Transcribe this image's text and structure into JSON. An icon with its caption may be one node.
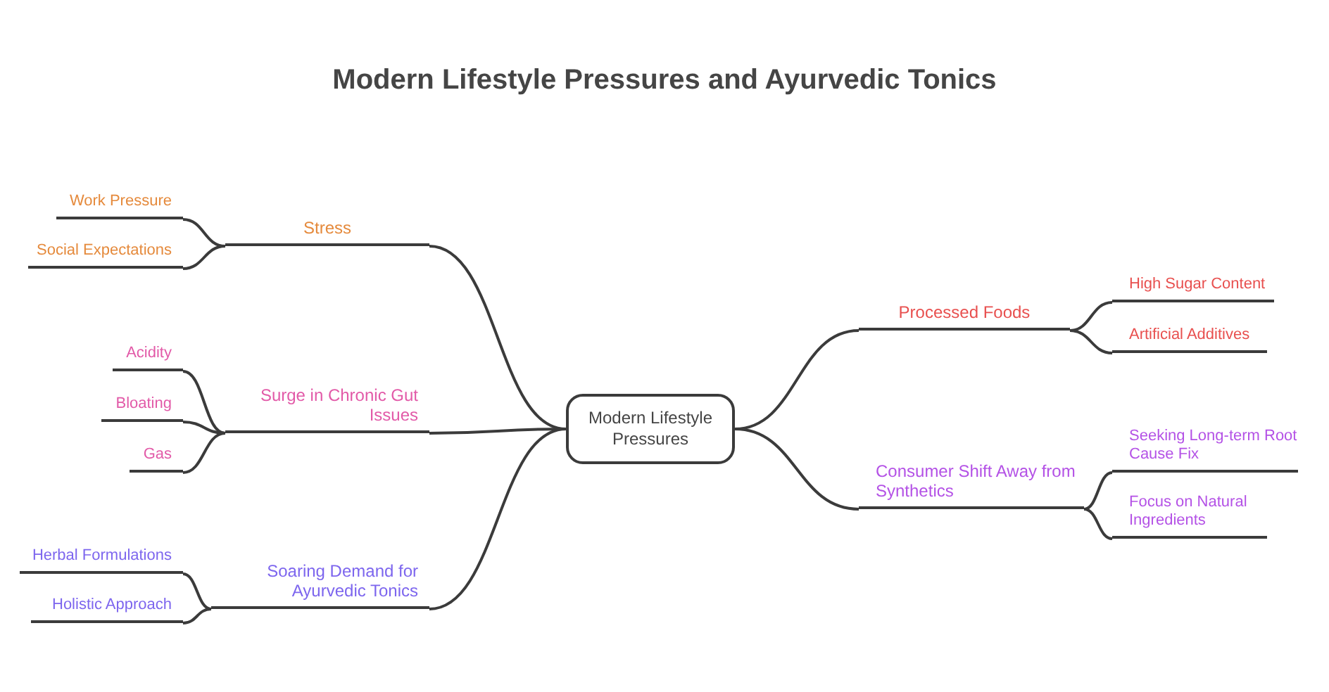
{
  "diagram": {
    "title": "Modern Lifestyle Pressures and Ayurvedic Tonics",
    "nodes": [
      {
        "text": [
          "Modern Lifestyle Pressures"
        ]
      },
      {
        "text": [
          "Stress"
        ]
      },
      {
        "text": [
          "Work Pressure"
        ]
      },
      {
        "text": [
          "Social Expectations"
        ]
      },
      {
        "text": [
          "Surge in Chronic Gut Issues"
        ]
      },
      {
        "text": [
          "Acidity"
        ]
      },
      {
        "text": [
          "Bloating"
        ]
      },
      {
        "text": [
          "Gas"
        ]
      },
      {
        "text": [
          "Soaring Demand for Ayurvedic Tonics"
        ]
      },
      {
        "text": [
          "Herbal Formulations"
        ]
      },
      {
        "text": [
          "Holistic Approach"
        ]
      },
      {
        "text": [
          "Processed Foods"
        ]
      },
      {
        "text": [
          "High Sugar Content"
        ]
      },
      {
        "text": [
          "Artificial Additives"
        ]
      },
      {
        "text": [
          "Consumer Shift Away from Synthetics"
        ]
      },
      {
        "text": [
          "Seeking Long-term Root Cause Fix"
        ]
      },
      {
        "text": [
          "Focus on Natural Ingredients"
        ]
      }
    ],
    "edges": [
      {
        "from": 0,
        "to": 1,
        "arrow": "none"
      },
      {
        "from": 1,
        "to": 2,
        "arrow": "none"
      },
      {
        "from": 1,
        "to": 3,
        "arrow": "none"
      },
      {
        "from": 0,
        "to": 4,
        "arrow": "none"
      },
      {
        "from": 4,
        "to": 5,
        "arrow": "none"
      },
      {
        "from": 4,
        "to": 6,
        "arrow": "none"
      },
      {
        "from": 4,
        "to": 7,
        "arrow": "none"
      },
      {
        "from": 0,
        "to": 8,
        "arrow": "none"
      },
      {
        "from": 8,
        "to": 9,
        "arrow": "none"
      },
      {
        "from": 8,
        "to": 10,
        "arrow": "none"
      },
      {
        "from": 0,
        "to": 11,
        "arrow": "none"
      },
      {
        "from": 11,
        "to": 12,
        "arrow": "none"
      },
      {
        "from": 11,
        "to": 13,
        "arrow": "none"
      },
      {
        "from": 0,
        "to": 14,
        "arrow": "none"
      },
      {
        "from": 14,
        "to": 15,
        "arrow": "none"
      },
      {
        "from": 14,
        "to": 16,
        "arrow": "none"
      }
    ]
  }
}
